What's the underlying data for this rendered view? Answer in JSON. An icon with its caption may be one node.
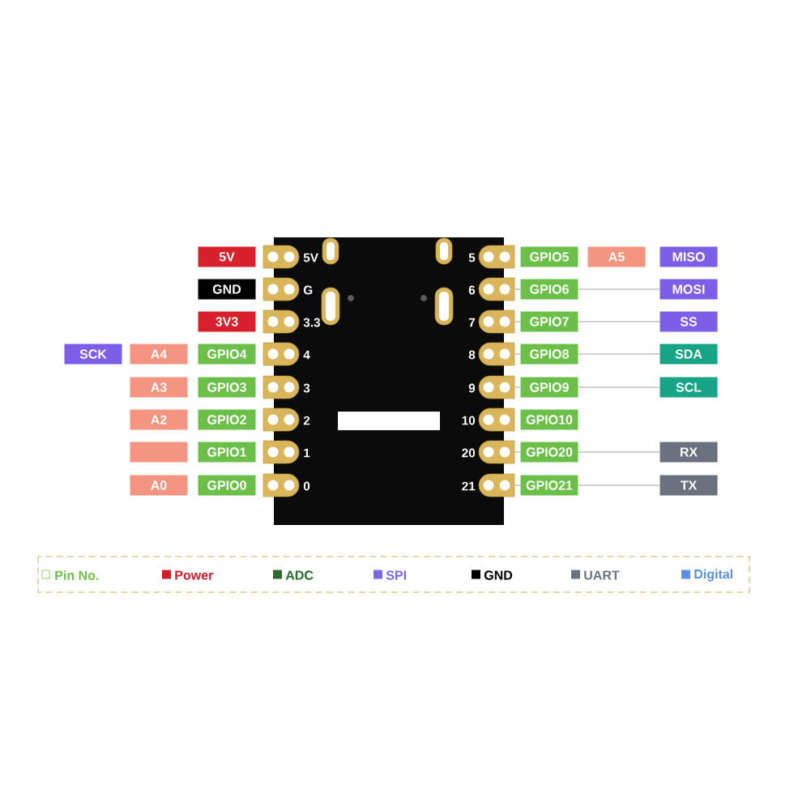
{
  "diagram": {
    "nodes": [
      {
        "text": [
          "5V"
        ]
      },
      {
        "text": [],
        "shape": "box",
        "beside": [
          "5V"
        ]
      },
      {
        "text": [],
        "shape": "box",
        "beside": [
          "5"
        ]
      },
      {
        "text": [
          "GPIO5"
        ]
      },
      {
        "text": [
          "A5"
        ]
      },
      {
        "text": [
          "MISO"
        ]
      },
      {
        "text": [
          "GND"
        ]
      },
      {
        "text": [],
        "shape": "box",
        "beside": [
          "G"
        ]
      },
      {
        "text": [],
        "shape": "box",
        "beside": [
          "6"
        ]
      },
      {
        "text": [
          "GPIO6"
        ]
      },
      {
        "text": [
          "MOSI"
        ]
      },
      {
        "text": [
          "3V3"
        ]
      },
      {
        "text": [],
        "shape": "box",
        "beside": [
          "3.3"
        ]
      },
      {
        "text": [],
        "shape": "box",
        "beside": [
          "7"
        ]
      },
      {
        "text": [
          "GPIO7"
        ]
      },
      {
        "text": [
          "SS"
        ]
      },
      {
        "text": [
          "SCK"
        ]
      },
      {
        "text": [
          "A4"
        ]
      },
      {
        "text": [
          "GPIO4"
        ]
      },
      {
        "text": [],
        "shape": "box",
        "beside": [
          "4"
        ]
      },
      {
        "text": [],
        "shape": "box",
        "beside": [
          "8"
        ]
      },
      {
        "text": [
          "GPIO8"
        ]
      },
      {
        "text": [
          "SDA"
        ]
      },
      {
        "text": [
          "A3"
        ]
      },
      {
        "text": [
          "GPIO3"
        ]
      },
      {
        "text": [],
        "shape": "box",
        "beside": [
          "3"
        ]
      },
      {
        "text": [],
        "shape": "box",
        "beside": [
          "9"
        ]
      },
      {
        "text": [
          "GPIO9"
        ]
      },
      {
        "text": [
          "SCL"
        ]
      },
      {
        "text": [
          "A2"
        ]
      },
      {
        "text": [
          "GPIO2"
        ]
      },
      {
        "text": [],
        "shape": "box",
        "beside": [
          "2"
        ]
      },
      {
        "text": [],
        "shape": "box",
        "beside": [
          "10"
        ]
      },
      {
        "text": [
          "GPIO10"
        ]
      },
      {
        "text": [],
        "shape": "box"
      },
      {
        "text": [
          "GPIO1"
        ]
      },
      {
        "text": [],
        "shape": "box",
        "beside": [
          "1"
        ]
      },
      {
        "text": [],
        "shape": "box",
        "beside": [
          "20"
        ]
      },
      {
        "text": [
          "GPIO20"
        ]
      },
      {
        "text": [
          "RX"
        ]
      },
      {
        "text": [
          "A0"
        ]
      },
      {
        "text": [
          "GPIO0"
        ]
      },
      {
        "text": [],
        "shape": "box",
        "beside": [
          "0"
        ]
      },
      {
        "text": [],
        "shape": "box",
        "beside": [
          "21"
        ]
      },
      {
        "text": [
          "GPIO21"
        ]
      },
      {
        "text": [
          "TX"
        ]
      }
    ],
    "edges": [
      {
        "from": 8,
        "to": 9,
        "arrow": "none"
      },
      {
        "from": 9,
        "to": 10,
        "arrow": "none"
      },
      {
        "from": 13,
        "to": 14,
        "arrow": "none"
      },
      {
        "from": 14,
        "to": 15,
        "arrow": "none"
      },
      {
        "from": 20,
        "to": 21,
        "arrow": "none"
      },
      {
        "from": 21,
        "to": 22,
        "arrow": "none"
      },
      {
        "from": 26,
        "to": 27,
        "arrow": "none"
      },
      {
        "from": 27,
        "to": 28,
        "arrow": "none"
      },
      {
        "from": 37,
        "to": 38,
        "arrow": "none"
      },
      {
        "from": 38,
        "to": 39,
        "arrow": "none"
      },
      {
        "from": 43,
        "to": 44,
        "arrow": "none"
      },
      {
        "from": 44,
        "to": 45,
        "arrow": "none"
      }
    ],
    "legend": [
      {
        "text": "Pin No."
      },
      {
        "text": "Power",
        "color": "#d01c2c"
      },
      {
        "text": "ADC",
        "color": "#2f6b2f"
      },
      {
        "text": "SPI",
        "color": "#7b68e8"
      },
      {
        "text": "GND",
        "color": "#000000"
      },
      {
        "text": "UART",
        "color": "#6c7380"
      },
      {
        "text": "Digital",
        "color": "#5b8ee6"
      }
    ]
  }
}
